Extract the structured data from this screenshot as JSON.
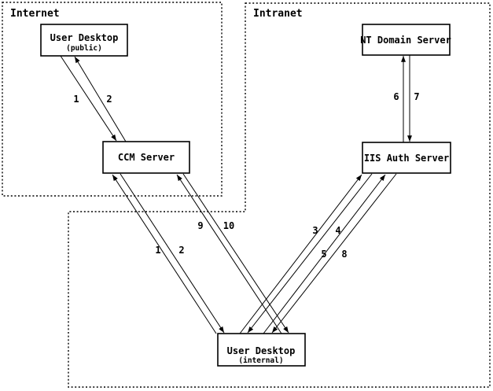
{
  "colors": {
    "ink": "#000000",
    "background": "#ffffff"
  },
  "zones": {
    "internet": {
      "label": "Internet"
    },
    "intranet": {
      "label": "Intranet"
    }
  },
  "nodes": {
    "user_desktop_public": {
      "title": "User Desktop",
      "subtitle": "(public)"
    },
    "nt_domain_server": {
      "title": "NT Domain Server",
      "subtitle": ""
    },
    "ccm_server": {
      "title": "CCM Server",
      "subtitle": ""
    },
    "iis_auth_server": {
      "title": "IIS Auth Server",
      "subtitle": ""
    },
    "user_desktop_internal": {
      "title": "User Desktop",
      "subtitle": "(internal)"
    }
  },
  "edge_labels": {
    "public_desktop_to_ccm": "1",
    "ccm_to_public_desktop": "2",
    "internal_desktop_to_ccm": "1",
    "ccm_to_internal_desktop": "2",
    "internal_desktop_to_iis_3": "3",
    "iis_to_internal_desktop_4": "4",
    "internal_desktop_to_iis_5": "5",
    "iis_to_nt_domain": "6",
    "nt_domain_to_iis": "7",
    "iis_to_internal_desktop_8": "8",
    "internal_desktop_to_ccm_9": "9",
    "ccm_to_internal_desktop_10": "10"
  }
}
